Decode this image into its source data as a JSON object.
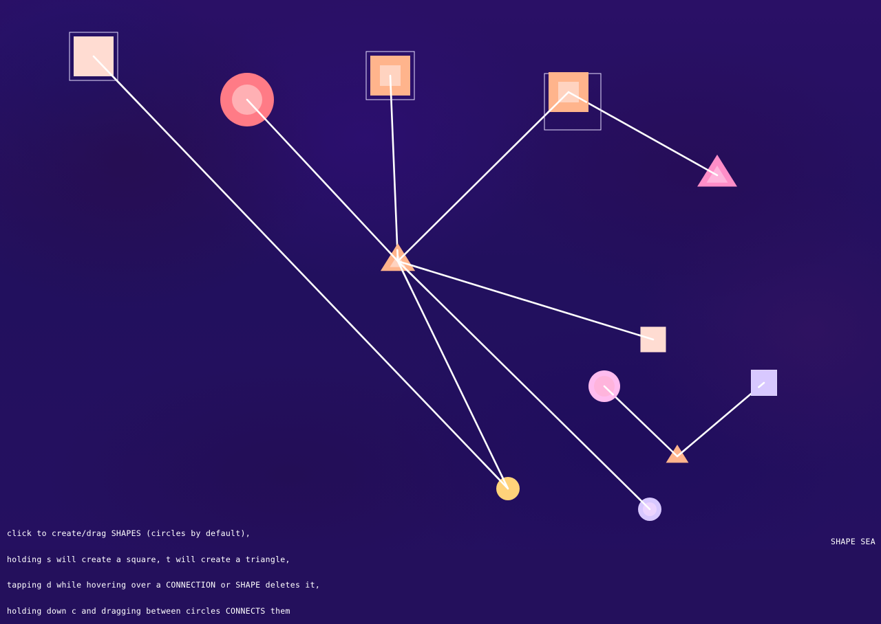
{
  "app": {
    "title": "SHAPE SEA"
  },
  "instructions": {
    "line1": "click to create/drag SHAPES (circles by default),",
    "line2": "holding s will create a square, t will create a triangle,",
    "line3": "tapping d while hovering over a CONNECTION or SHAPE deletes it,",
    "line4": "holding down c and dragging between circles CONNECTS them"
  },
  "colors": {
    "background": "#24105c",
    "connection": "#ffffff",
    "peach": "#ffb48c",
    "peach_light": "#ffd3c0",
    "blush": "#ffdcd2",
    "coral": "#ff7b86",
    "coral_light": "#ffb0b4",
    "pink": "#ff8ec8",
    "pink_light": "#ffb4dc",
    "yellow": "#ffd27a",
    "lavender": "#d8c8ff",
    "lavender_light": "#ecd4ff",
    "orchid": "#ffbcef"
  },
  "shapes": [
    {
      "id": "s1",
      "kind": "square",
      "size": "large",
      "selected": true,
      "fill": "blush",
      "inner": "blush"
    },
    {
      "id": "c1",
      "kind": "circle",
      "size": "large",
      "selected": false,
      "fill": "coral",
      "inner": "coral_light"
    },
    {
      "id": "s2",
      "kind": "square",
      "size": "large",
      "selected": true,
      "fill": "peach",
      "inner": "peach_light"
    },
    {
      "id": "s3",
      "kind": "square",
      "size": "large",
      "selected": true,
      "fill": "peach",
      "inner": "peach_light"
    },
    {
      "id": "t1",
      "kind": "triangle",
      "size": "large",
      "selected": false,
      "fill": "pink",
      "inner": "pink_light"
    },
    {
      "id": "t2",
      "kind": "triangle",
      "size": "medium",
      "selected": false,
      "fill": "peach",
      "inner": "peach_light"
    },
    {
      "id": "s4",
      "kind": "square",
      "size": "small",
      "selected": false,
      "fill": "blush",
      "inner": "blush"
    },
    {
      "id": "c2",
      "kind": "circle",
      "size": "medium",
      "selected": false,
      "fill": "orchid",
      "inner": "pink_light"
    },
    {
      "id": "s5",
      "kind": "square",
      "size": "small",
      "selected": true,
      "fill": "lavender",
      "inner": "lavender_light"
    },
    {
      "id": "t3",
      "kind": "triangle",
      "size": "small",
      "selected": false,
      "fill": "peach",
      "inner": "peach_light"
    },
    {
      "id": "c3",
      "kind": "circle",
      "size": "small",
      "selected": false,
      "fill": "yellow",
      "inner": "yellow"
    },
    {
      "id": "c4",
      "kind": "circle",
      "size": "small",
      "selected": false,
      "fill": "lavender",
      "inner": "lavender_light"
    }
  ],
  "connections": [
    {
      "from": "s1",
      "to": "c3"
    },
    {
      "from": "c1",
      "to": "t2"
    },
    {
      "from": "s2",
      "to": "t2"
    },
    {
      "from": "s3",
      "to": "t2"
    },
    {
      "from": "s3",
      "to": "t1"
    },
    {
      "from": "t2",
      "to": "s4"
    },
    {
      "from": "t2",
      "to": "c3"
    },
    {
      "from": "t2",
      "to": "c4"
    },
    {
      "from": "c2",
      "to": "t3"
    },
    {
      "from": "t3",
      "to": "s5"
    }
  ]
}
